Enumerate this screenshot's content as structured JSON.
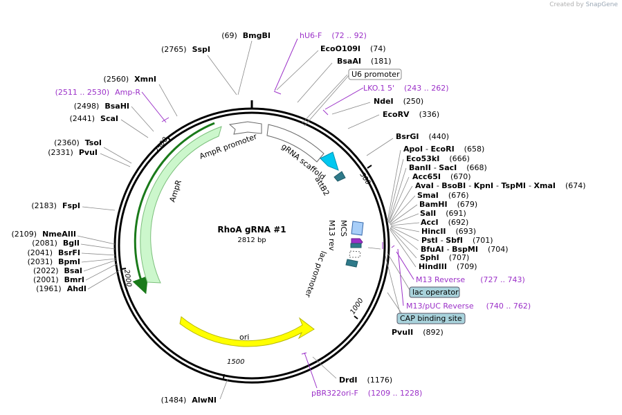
{
  "credit": {
    "prefix": "Created by",
    "brand": "SnapGene"
  },
  "plasmid": {
    "name": "RhoA gRNA #1",
    "length": "2812 bp"
  },
  "ticks": {
    "t500": "500",
    "t1000": "1000",
    "t1500": "1500",
    "t2000": "2000",
    "t2500": "2500"
  },
  "features": {
    "ampr": "AmpR",
    "ampr_promoter": "AmpR promoter",
    "grna_scaffold": "gRNA scaffold",
    "attb2": "attB2",
    "mcs": "MCS",
    "m13_rev": "M13 rev",
    "lac_promoter": "lac promoter",
    "ori": "ori"
  },
  "sites_left": [
    {
      "pos": "(69)",
      "name": "BmgBI"
    },
    {
      "pos": "(2765)",
      "name": "SspI"
    },
    {
      "pos": "(2560)",
      "name": "XmnI"
    },
    {
      "pos": "(2498)",
      "name": "BsaHI"
    },
    {
      "pos": "(2441)",
      "name": "ScaI"
    },
    {
      "pos": "(2360)",
      "name": "TsoI"
    },
    {
      "pos": "(2331)",
      "name": "PvuI"
    },
    {
      "pos": "(2183)",
      "name": "FspI"
    },
    {
      "pos": "(2109)",
      "name": "NmeAIII"
    },
    {
      "pos": "(2081)",
      "name": "BglI"
    },
    {
      "pos": "(2041)",
      "name": "BsrFI"
    },
    {
      "pos": "(2031)",
      "name": "BpmI"
    },
    {
      "pos": "(2022)",
      "name": "BsaI"
    },
    {
      "pos": "(2001)",
      "name": "BmrI"
    },
    {
      "pos": "(1961)",
      "name": "AhdI"
    },
    {
      "pos": "(1484)",
      "name": "AlwNI"
    }
  ],
  "sites_right": [
    {
      "name": "EcoO109I",
      "pos": "(74)"
    },
    {
      "name": "BsaAI",
      "pos": "(181)"
    },
    {
      "name": "NdeI",
      "pos": "(250)"
    },
    {
      "name": "EcoRV",
      "pos": "(336)"
    },
    {
      "name": "BsrGI",
      "pos": "(440)"
    },
    {
      "name": "ApoI",
      "name2": "EcoRI",
      "pos": "(658)"
    },
    {
      "name": "Eco53kI",
      "pos": "(666)"
    },
    {
      "name": "BanII",
      "name2": "SacI",
      "pos": "(668)"
    },
    {
      "name": "Acc65I",
      "pos": "(670)"
    },
    {
      "name": "AvaI",
      "name2": "BsoBI",
      "name3": "KpnI",
      "name4": "TspMI",
      "name5": "XmaI",
      "pos": "(674)"
    },
    {
      "name": "SmaI",
      "pos": "(676)"
    },
    {
      "name": "BamHI",
      "pos": "(679)"
    },
    {
      "name": "SalI",
      "pos": "(691)"
    },
    {
      "name": "AccI",
      "pos": "(692)"
    },
    {
      "name": "HincII",
      "pos": "(693)"
    },
    {
      "name": "PstI",
      "name2": "SbfI",
      "pos": "(701)"
    },
    {
      "name": "BfuAI",
      "name2": "BspMI",
      "pos": "(704)"
    },
    {
      "name": "SphI",
      "pos": "(707)"
    },
    {
      "name": "HindIII",
      "pos": "(709)"
    },
    {
      "name": "PvuII",
      "pos": "(892)"
    },
    {
      "name": "DrdI",
      "pos": "(1176)"
    }
  ],
  "primers": {
    "hu6f": {
      "name": "hU6-F",
      "range": "(72 .. 92)"
    },
    "lko": {
      "name": "LKO.1 5'",
      "range": "(243 .. 262)"
    },
    "ampr_p": {
      "name": "Amp-R",
      "range": "(2511 .. 2530)"
    },
    "m13rev": {
      "name": "M13 Reverse",
      "range": "(727 .. 743)"
    },
    "m13puc": {
      "name": "M13/pUC Reverse",
      "range": "(740 .. 762)"
    },
    "pbr": {
      "name": "pBR322ori-F",
      "range": "(1209 .. 1228)"
    }
  },
  "boxes": {
    "u6": "U6 promoter",
    "lacop": "lac operator",
    "cap": "CAP binding site"
  },
  "colors": {
    "primer": "#9b30c8",
    "ampr_fill": "#ccf7cc",
    "ori_fill": "#ffff00",
    "grna_fill": "#00c8f0",
    "attb2_fill": "#2f7a8a",
    "mcs_fill": "#a8cef8",
    "box_fill": "#a9d3dc",
    "line": "#888888"
  }
}
